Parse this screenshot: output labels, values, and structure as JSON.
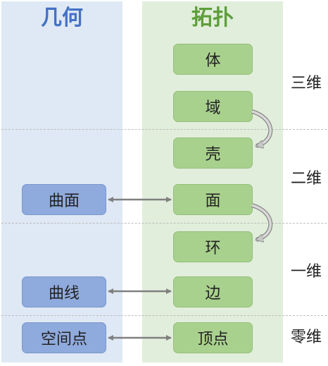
{
  "columns": {
    "geometry_title": "几何",
    "topology_title": "拓扑"
  },
  "topology_items": {
    "solid": "体",
    "region": "域",
    "shell": "壳",
    "face": "面",
    "loop": "环",
    "edge": "边",
    "vertex": "顶点"
  },
  "geometry_items": {
    "surface": "曲面",
    "curve": "曲线",
    "point": "空间点"
  },
  "dimension_labels": {
    "three_d": "三维",
    "two_d": "二维",
    "one_d": "一维",
    "zero_d": "零维"
  },
  "colors": {
    "geometry_background": "#dfe9f5",
    "topology_background": "#e1eedb",
    "geometry_box": "#8faadc",
    "topology_box": "#a9d18e",
    "geometry_title": "#4472c4",
    "topology_title": "#5e9e3a"
  }
}
